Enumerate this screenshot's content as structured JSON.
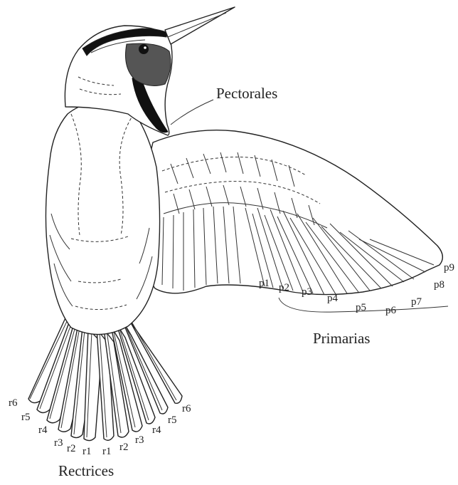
{
  "labels": {
    "pectorales": "Pectorales",
    "primarias": "Primarias",
    "rectrices": "Rectrices"
  },
  "primaries": [
    "p1",
    "p2",
    "p3",
    "p4",
    "p5",
    "p6",
    "p7",
    "p8",
    "p9"
  ],
  "rectrices": [
    "r6",
    "r5",
    "r4",
    "r3",
    "r2",
    "r1",
    "r1",
    "r2",
    "r3",
    "r4",
    "r5",
    "r6"
  ]
}
